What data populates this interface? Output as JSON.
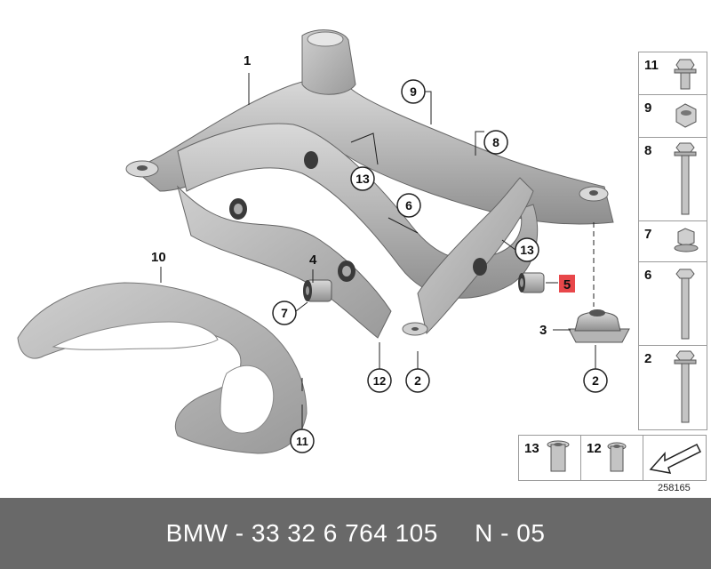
{
  "callouts": {
    "c1": "1",
    "c9": "9",
    "c8": "8",
    "c13a": "13",
    "c6": "6",
    "c13b": "13",
    "c10": "10",
    "c4": "4",
    "c7": "7",
    "c5": "5",
    "c3": "3",
    "c12": "12",
    "c2a": "2",
    "c2b": "2",
    "c11": "11"
  },
  "parts_legend": [
    {
      "label": "11",
      "icon": "flange-bolt-icon"
    },
    {
      "label": "9",
      "icon": "hex-nut-icon"
    },
    {
      "label": "8",
      "icon": "long-bolt-icon"
    },
    {
      "label": "7",
      "icon": "flange-nut-icon"
    },
    {
      "label": "6",
      "icon": "hex-bolt-icon"
    },
    {
      "label": "2",
      "icon": "long-flange-bolt-icon"
    }
  ],
  "bottom_legend": [
    {
      "label": "13",
      "icon": "rivet-nut-icon"
    },
    {
      "label": "12",
      "icon": "rivet-nut-small-icon"
    }
  ],
  "reference_code": "258165",
  "footer": {
    "text": "BMW - 33 32 6 764 105     N - 05"
  },
  "colors": {
    "metal": "#b8b8b8",
    "highlight": "#e8474a",
    "footer_bg": "#696969"
  }
}
